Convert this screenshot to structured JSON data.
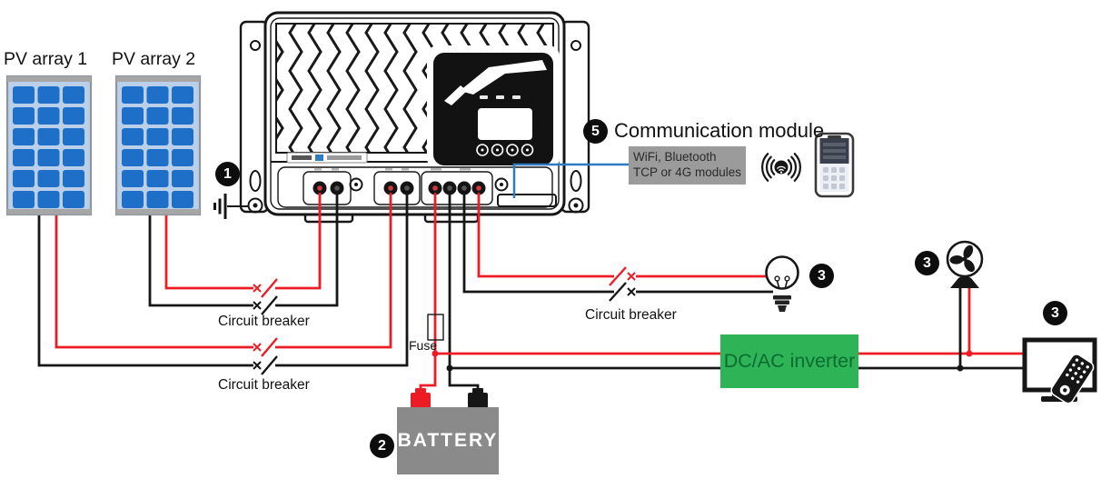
{
  "labels": {
    "pv_array_1": "PV array 1",
    "pv_array_2": "PV array 2",
    "circuit_breaker_pv2": "Circuit breaker",
    "circuit_breaker_pv1": "Circuit breaker",
    "circuit_breaker_load": "Circuit breaker",
    "fuse": "Fuse",
    "battery": "BATTERY",
    "inverter": "DC/AC inverter",
    "communication_module": "Communication module",
    "comm_box_line1": "WiFi, Bluetooth",
    "comm_box_line2": "TCP or 4G modules"
  },
  "badges": {
    "grounding": "1",
    "battery": "2",
    "load_bulb": "3",
    "load_fan": "3",
    "load_tv": "3",
    "communication": "5"
  },
  "icons": {
    "ground": "ground-symbol",
    "circuit_breaker": "breaker-switch-symbol",
    "fuse": "fuse-rectangle-symbol",
    "light_bulb": "incandescent-bulb-icon",
    "fan": "fan-icon",
    "tv": "television-with-remote-icon",
    "smartphone": "smartphone-app-icon",
    "wifi": "wifi-signal-icon",
    "charge_controller": "solar-charge-controller-device"
  },
  "colors": {
    "wire_red": "#ed1c24",
    "wire_black": "#161616",
    "wire_blue": "#2f7bc0",
    "pv_cell": "#1e6fc8",
    "pv_frame": "#bad0ea",
    "inverter_green": "#2eb457",
    "inverter_text": "#0a6c31",
    "battery_gray": "#8a8a8a",
    "comm_gray": "#9b9b9b",
    "badge_black": "#0d0d0d"
  }
}
